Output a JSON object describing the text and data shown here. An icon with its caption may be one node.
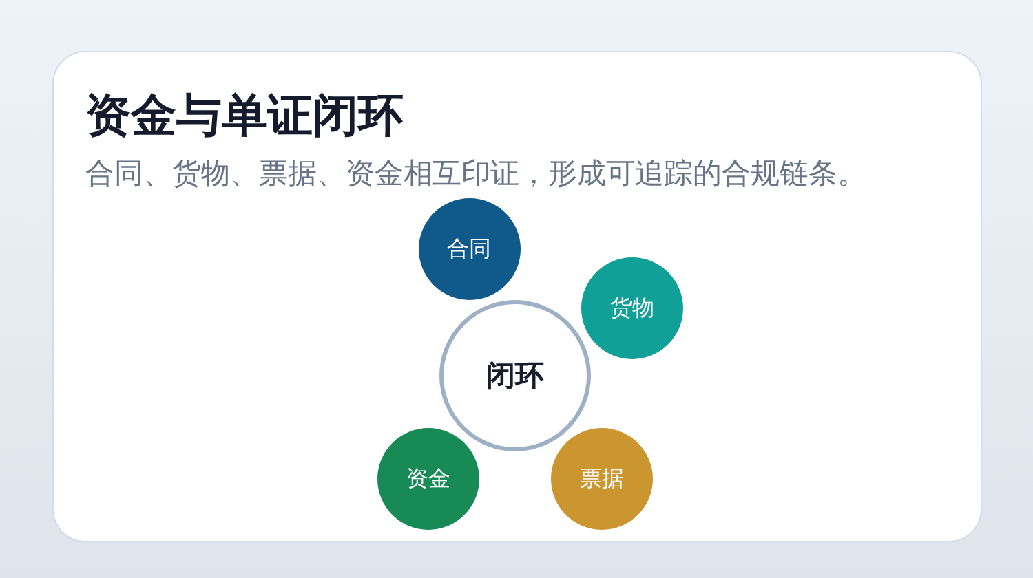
{
  "diagram": {
    "title": "资金与单证闭环",
    "nodes": [
      {
        "text": [
          "合同"
        ]
      },
      {
        "text": [
          "货物"
        ]
      },
      {
        "text": [
          "闭环"
        ]
      },
      {
        "text": [
          "资金"
        ]
      },
      {
        "text": [
          "票据"
        ]
      }
    ],
    "labels": [
      "合同、货物、票据、资金相互印证，形成可追踪的合规链条。"
    ]
  }
}
